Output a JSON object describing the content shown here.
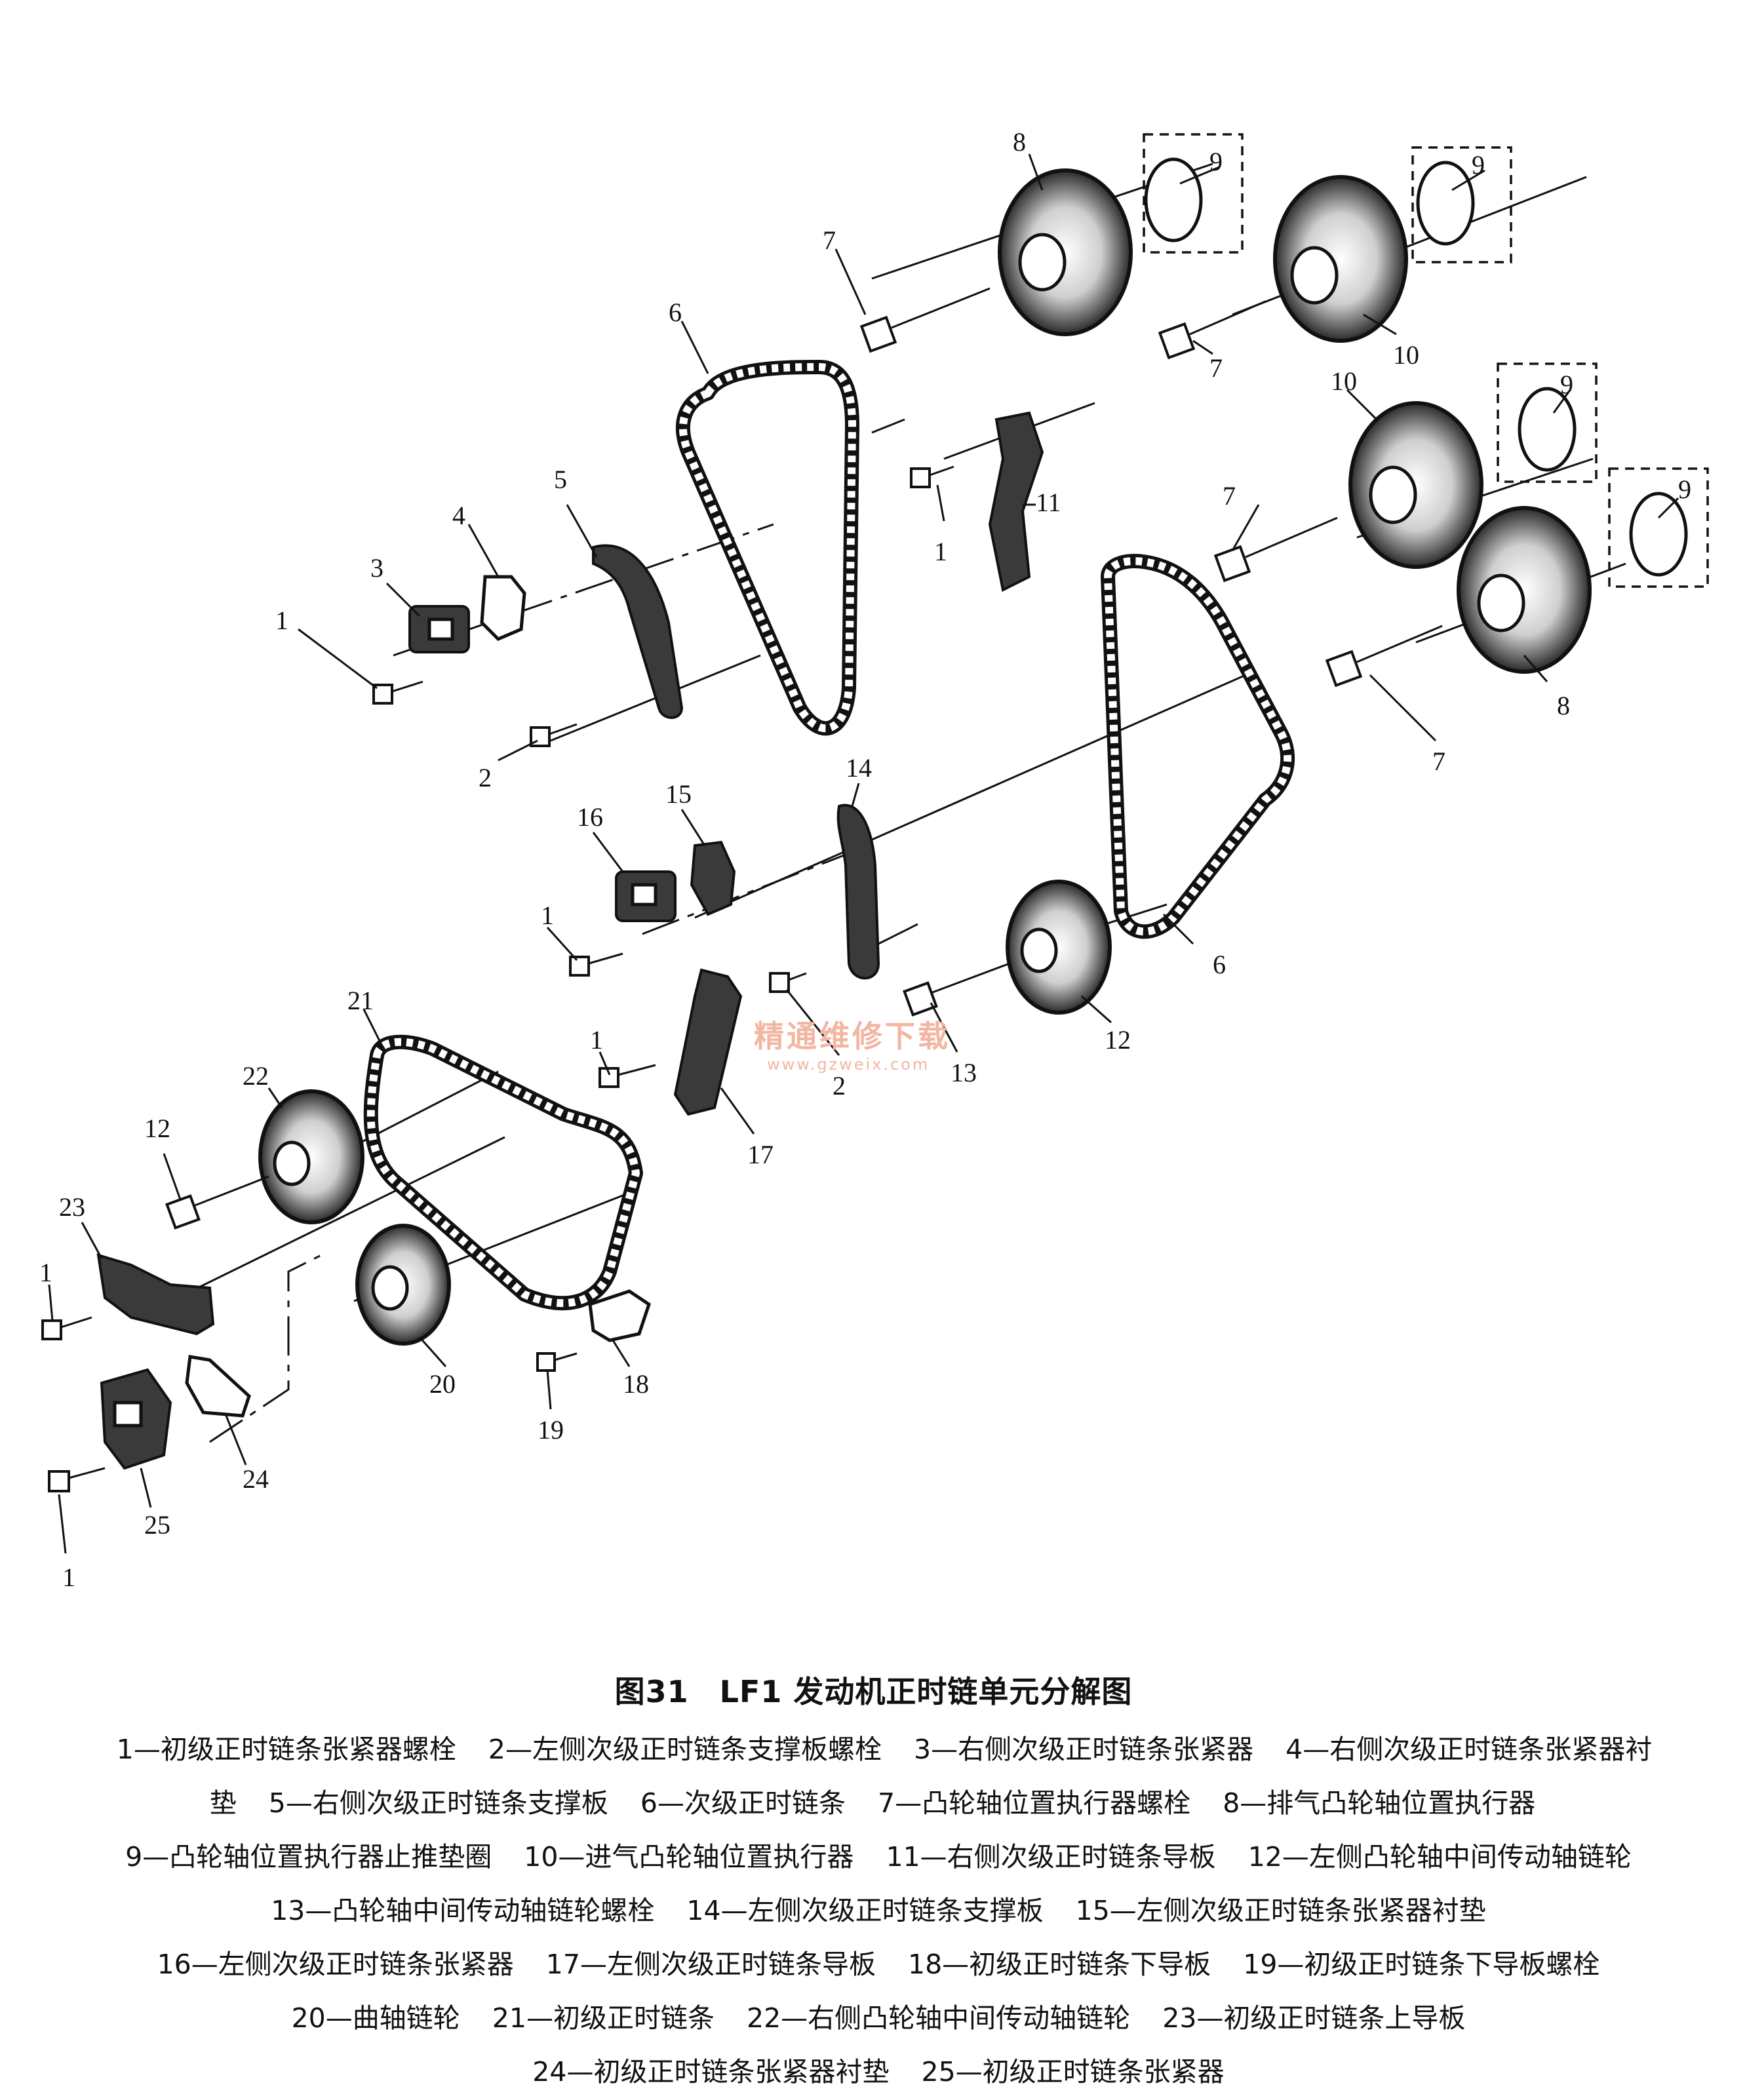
{
  "figure": {
    "title": "图31　LF1 发动机正时链单元分解图",
    "watermark_cn": "精通维修下载",
    "watermark_url": "www.gzweix.com"
  },
  "legend": [
    {
      "id": "1",
      "text": "1—初级正时链条张紧器螺栓"
    },
    {
      "id": "2",
      "text": "2—左侧次级正时链条支撑板螺栓"
    },
    {
      "id": "3",
      "text": "3—右侧次级正时链条张紧器"
    },
    {
      "id": "4",
      "text": "4—右侧次级正时链条张紧器衬垫"
    },
    {
      "id": "5",
      "text": "5—右侧次级正时链条支撑板"
    },
    {
      "id": "6",
      "text": "6—次级正时链条"
    },
    {
      "id": "7",
      "text": "7—凸轮轴位置执行器螺栓"
    },
    {
      "id": "8",
      "text": "8—排气凸轮轴位置执行器"
    },
    {
      "id": "9",
      "text": "9—凸轮轴位置执行器止推垫圈"
    },
    {
      "id": "10",
      "text": "10—进气凸轮轴位置执行器"
    },
    {
      "id": "11",
      "text": "11—右侧次级正时链条导板"
    },
    {
      "id": "12",
      "text": "12—左侧凸轮轴中间传动轴链轮"
    },
    {
      "id": "13",
      "text": "13—凸轮轴中间传动轴链轮螺栓"
    },
    {
      "id": "14",
      "text": "14—左侧次级正时链条支撑板"
    },
    {
      "id": "15",
      "text": "15—左侧次级正时链条张紧器衬垫"
    },
    {
      "id": "16",
      "text": "16—左侧次级正时链条张紧器"
    },
    {
      "id": "17",
      "text": "17—左侧次级正时链条导板"
    },
    {
      "id": "18",
      "text": "18—初级正时链条下导板"
    },
    {
      "id": "19",
      "text": "19—初级正时链条下导板螺栓"
    },
    {
      "id": "20",
      "text": "20—曲轴链轮"
    },
    {
      "id": "21",
      "text": "21—初级正时链条"
    },
    {
      "id": "22",
      "text": "22—右侧凸轮轴中间传动轴链轮"
    },
    {
      "id": "23",
      "text": "23—初级正时链条上导板"
    },
    {
      "id": "24",
      "text": "24—初级正时链条张紧器衬垫"
    },
    {
      "id": "25",
      "text": "25—初级正时链条张紧器"
    }
  ],
  "callouts": [
    {
      "id": "c8a",
      "label": "8"
    },
    {
      "id": "c9a",
      "label": "9"
    },
    {
      "id": "c9b",
      "label": "9"
    },
    {
      "id": "c7a",
      "label": "7"
    },
    {
      "id": "c7b",
      "label": "7"
    },
    {
      "id": "c10a",
      "label": "10"
    },
    {
      "id": "c6a",
      "label": "6"
    },
    {
      "id": "c10b",
      "label": "10"
    },
    {
      "id": "c9c",
      "label": "9"
    },
    {
      "id": "c9d",
      "label": "9"
    },
    {
      "id": "c7c",
      "label": "7"
    },
    {
      "id": "c11",
      "label": "11"
    },
    {
      "id": "c1a",
      "label": "1"
    },
    {
      "id": "c5",
      "label": "5"
    },
    {
      "id": "c4",
      "label": "4"
    },
    {
      "id": "c3",
      "label": "3"
    },
    {
      "id": "c1b",
      "label": "1"
    },
    {
      "id": "c2a",
      "label": "2"
    },
    {
      "id": "c8b",
      "label": "8"
    },
    {
      "id": "c7d",
      "label": "7"
    },
    {
      "id": "c14",
      "label": "14"
    },
    {
      "id": "c15",
      "label": "15"
    },
    {
      "id": "c16",
      "label": "16"
    },
    {
      "id": "c1c",
      "label": "1"
    },
    {
      "id": "c6b",
      "label": "6"
    },
    {
      "id": "c12a",
      "label": "12"
    },
    {
      "id": "c13",
      "label": "13"
    },
    {
      "id": "c2b",
      "label": "2"
    },
    {
      "id": "c1d",
      "label": "1"
    },
    {
      "id": "c17",
      "label": "17"
    },
    {
      "id": "c21",
      "label": "21"
    },
    {
      "id": "c22",
      "label": "22"
    },
    {
      "id": "c12b",
      "label": "12"
    },
    {
      "id": "c23",
      "label": "23"
    },
    {
      "id": "c1e",
      "label": "1"
    },
    {
      "id": "c20",
      "label": "20"
    },
    {
      "id": "c18",
      "label": "18"
    },
    {
      "id": "c19",
      "label": "19"
    },
    {
      "id": "c24",
      "label": "24"
    },
    {
      "id": "c25",
      "label": "25"
    },
    {
      "id": "c1f",
      "label": "1"
    }
  ]
}
